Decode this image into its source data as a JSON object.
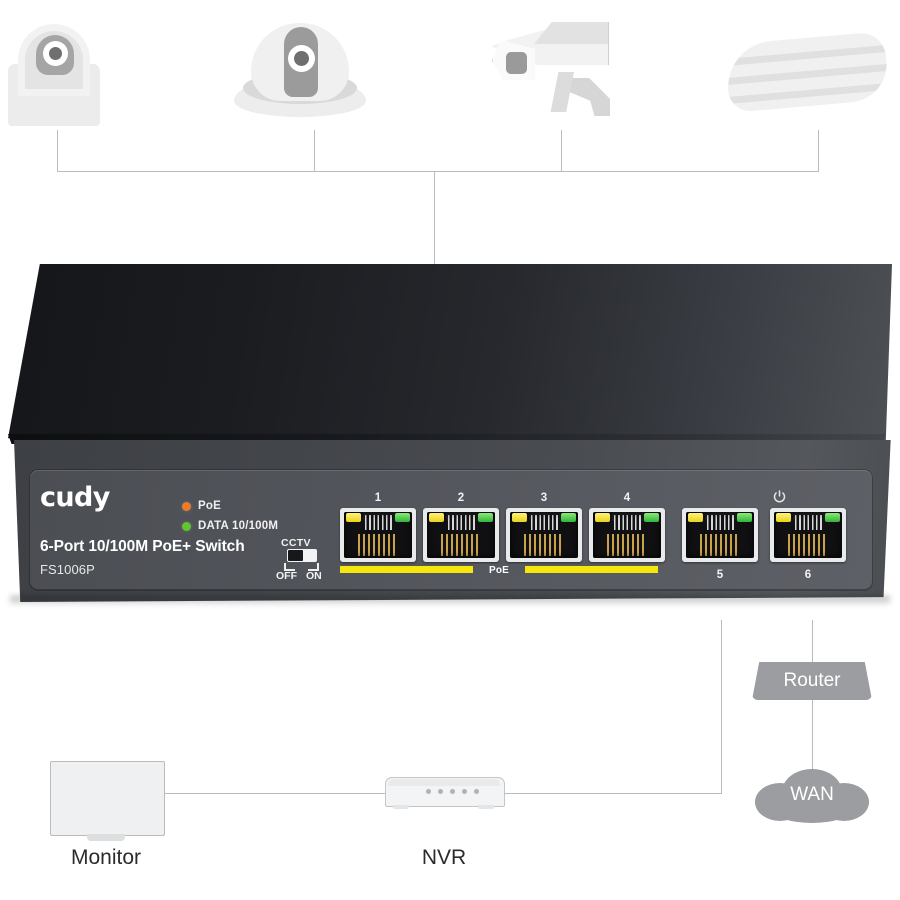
{
  "diagram": {
    "title": "Cudy FS1006P 6-Port 10/100M PoE+ Switch network topology",
    "background": "#ffffff"
  },
  "top_devices": [
    {
      "name": "dome-camera-flat",
      "label": "",
      "type": "ip-camera-dome"
    },
    {
      "name": "dome-camera-round",
      "label": "",
      "type": "ip-camera-dome"
    },
    {
      "name": "bullet-camera",
      "label": "",
      "type": "ip-camera-bullet"
    },
    {
      "name": "access-point",
      "label": "",
      "type": "wireless-access-point"
    }
  ],
  "switch": {
    "brand": "cudy",
    "model_line": "6-Port 10/100M PoE+ Switch",
    "sku": "FS1006P",
    "leds": [
      {
        "name": "poe",
        "label": "PoE",
        "color": "#ef7a28"
      },
      {
        "name": "data",
        "label": "DATA  10/100M",
        "color": "#5fc62e"
      }
    ],
    "cctv_switch": {
      "title": "CCTV",
      "off_label": "OFF",
      "on_label": "ON",
      "position": "OFF"
    },
    "ports": [
      {
        "number": "1",
        "label_position": "above",
        "poe": true
      },
      {
        "number": "2",
        "label_position": "above",
        "poe": true
      },
      {
        "number": "3",
        "label_position": "above",
        "poe": true
      },
      {
        "number": "4",
        "label_position": "above",
        "poe": true
      },
      {
        "number": "5",
        "label_position": "below",
        "poe": false
      },
      {
        "number": "6",
        "label_position": "below",
        "poe": false
      }
    ],
    "poe_bar": {
      "label": "PoE",
      "color": "#f5e70d",
      "covers_ports": "1-4"
    },
    "power_icon": "power-icon",
    "body_color": "#4a4d52",
    "top_color": "#1a1c20"
  },
  "bottom_devices": {
    "monitor": {
      "label": "Monitor"
    },
    "nvr": {
      "label": "NVR",
      "indicator_count": 5
    },
    "router": {
      "label": "Router",
      "color": "#9b9da0"
    },
    "wan": {
      "label": "WAN",
      "color": "#9b9da0"
    }
  },
  "connections": {
    "line_color": "#b9bbbd",
    "camera_bus_to_switch": true,
    "port5_to_nvr": true,
    "port6_to_router": true,
    "router_to_wan": true,
    "nvr_to_monitor": true
  }
}
